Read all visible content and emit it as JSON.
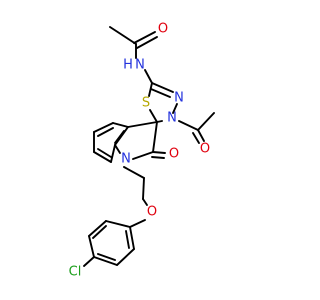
{
  "molecule": {
    "atoms": {
      "o_amide": {
        "symbol": "O",
        "color": "#e0000e"
      },
      "n_amide": {
        "symbol": "N",
        "hydrogen": "H",
        "color": "#2332dd"
      },
      "n_thiadiazole_3": {
        "symbol": "N",
        "color": "#2332dd"
      },
      "n_thiadiazole_4": {
        "symbol": "N",
        "color": "#2332dd"
      },
      "s_thiadiazole": {
        "symbol": "S",
        "color": "#b5a800"
      },
      "o_acetyl": {
        "symbol": "O",
        "color": "#e0000e"
      },
      "o_oxindole": {
        "symbol": "O",
        "color": "#e0000e"
      },
      "n_indole": {
        "symbol": "N",
        "color": "#2332dd"
      },
      "o_ether": {
        "symbol": "O",
        "color": "#e0000e"
      },
      "cl": {
        "symbol": "Cl",
        "color": "#1c9e1c"
      }
    },
    "bond_color": "#000000",
    "background": "#ffffff"
  }
}
